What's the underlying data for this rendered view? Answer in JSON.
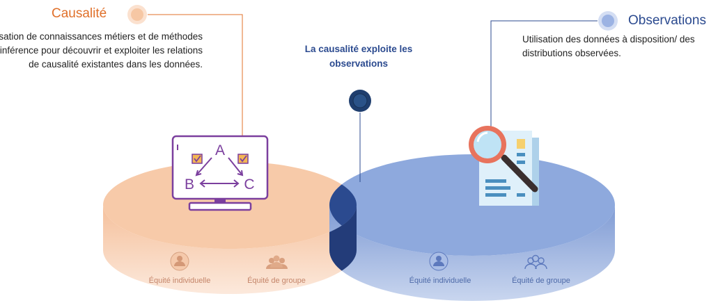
{
  "causalite": {
    "title": "Causalité",
    "description": "Utilisation de connaissances métiers et de méthodes d’inférence pour découvrir et exploiter les relations de causalité existantes dans les données."
  },
  "observations": {
    "title": "Observations",
    "description_line1": "Utilisation des données à disposition/ des",
    "description_line2": "distributions observées."
  },
  "intersection": {
    "text": "La causalité exploite les observations"
  },
  "graph_icon": {
    "node_a": "A",
    "node_b": "B",
    "node_c": "C"
  },
  "left_disc": {
    "individual_label": "Équité individuelle",
    "group_label": "Équité de groupe"
  },
  "right_disc": {
    "individual_label": "Équité individuelle",
    "group_label": "Équité de groupe"
  },
  "colors": {
    "causal_accent": "#e0702a",
    "observation_accent": "#2b4a8f",
    "left_disc_top": "#f7caa9",
    "right_disc_top": "#8ea9dd",
    "intersection": "#2b4a8f"
  }
}
